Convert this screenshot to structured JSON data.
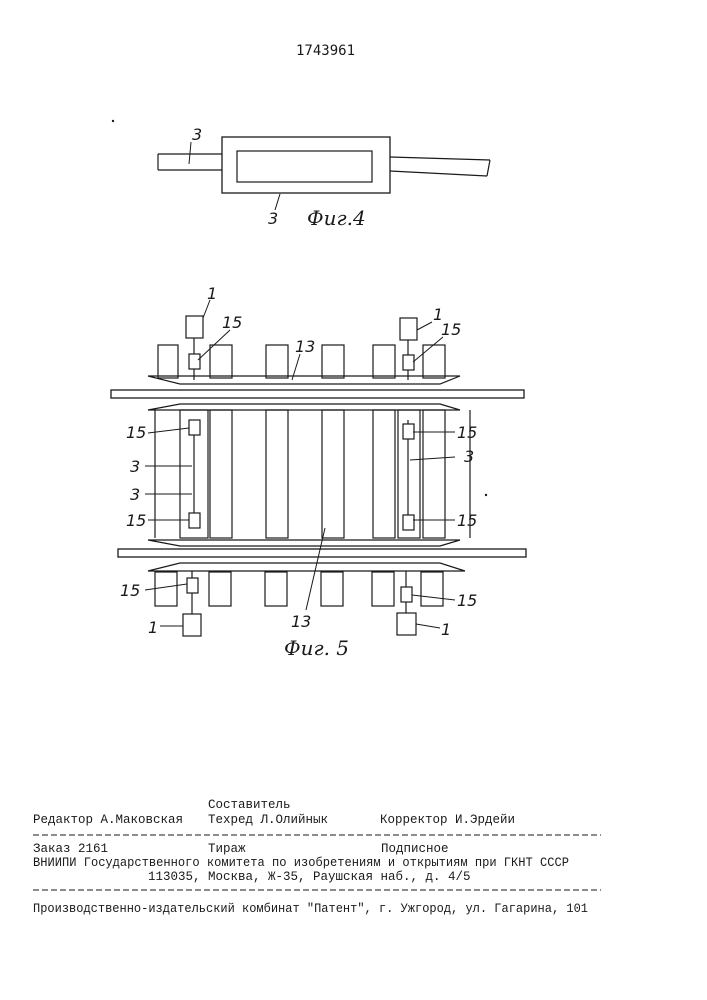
{
  "header": {
    "patent_number": "1743961"
  },
  "figure4": {
    "labels": {
      "top": "3",
      "bottom": "3"
    },
    "caption": "Фиг.4"
  },
  "figure5": {
    "labels": {
      "ref_1": "1",
      "ref_15": "15",
      "ref_13": "13",
      "ref_3": "3"
    },
    "caption": "Фиг. 5"
  },
  "footer": {
    "compiler_label": "Составитель",
    "editor": "Редактор А.Маковская",
    "techred": "Техред Л.Олийнык",
    "corrector": "Корректор И.Эрдейи",
    "order": "Заказ 2161",
    "circulation": "Тираж",
    "subscription": "Подписное",
    "institute": "ВНИИПИ Государственного комитета по изобретениям и открытиям при ГКНТ СССР",
    "address": "113035, Москва, Ж-35, Раушская наб., д. 4/5",
    "printer": "Производственно-издательский комбинат \"Патент\", г. Ужгород, ул. Гагарина, 101"
  }
}
